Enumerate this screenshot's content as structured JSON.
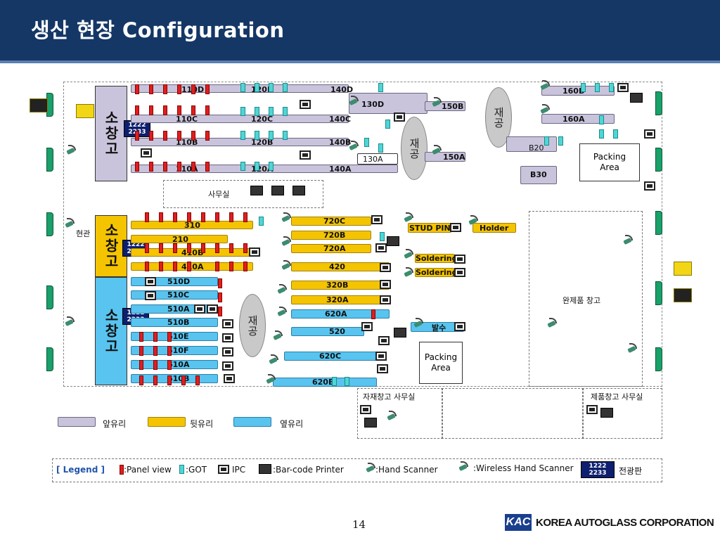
{
  "title": "생산 현장 Configuration",
  "page_number": "14",
  "company": {
    "logo": "KAC",
    "name": "KOREA AUTOGLASS CORPORATION"
  },
  "storage_label": "소창고",
  "wip_label": "재공",
  "led_text": "1222 2233",
  "zones": {
    "office": "사무실",
    "entrance": "현관",
    "finished_warehouse": "완제품 창고",
    "packing_1": "Packing Area",
    "packing_2": "Packing Area",
    "material_office": "자재창고 사무실",
    "product_office": "제품창고 사무실"
  },
  "lines": {
    "gray": [
      "110D",
      "120D",
      "140D",
      "130D",
      "150B",
      "110C",
      "120C",
      "140C",
      "110B",
      "120B",
      "140B",
      "130A",
      "110A",
      "120A",
      "140A",
      "150A",
      "160B",
      "160A",
      "B20",
      "B30"
    ],
    "gold": [
      "310",
      "210",
      "410B",
      "410A",
      "720C",
      "720B",
      "720A",
      "420",
      "320B",
      "320A",
      "STUD PIN",
      "Holder",
      "Soldering",
      "Soldering"
    ],
    "blue": [
      "510D",
      "510C",
      "510A",
      "510B",
      "510E",
      "510F",
      "610A",
      "610B",
      "620A",
      "520",
      "620C",
      "620B",
      "발수"
    ]
  },
  "glass_types": {
    "front": "앞유리",
    "rear": "뒷유리",
    "side": "옆유리"
  },
  "legend": {
    "heading": "[ Legend ]",
    "panel_view": ":Panel view",
    "got": ":GOT",
    "ipc": "IPC",
    "barcode_printer": ":Bar-code Printer",
    "hand_scanner": ":Hand Scanner",
    "wireless_scanner": ":Wireless Hand Scanner",
    "led_board": "전광판"
  },
  "colors": {
    "header": "#143766",
    "gray_line": "#c9c4dc",
    "gold_line": "#f5c400",
    "blue_line": "#58c4ef",
    "panel_view": "#e21d1d",
    "got": "#4fd6d6"
  }
}
